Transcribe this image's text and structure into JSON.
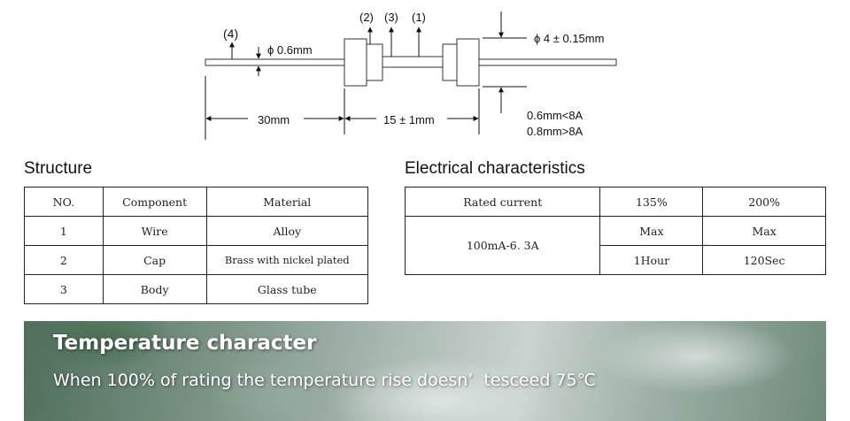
{
  "diagram": {
    "labels": {
      "lead": "(4)",
      "cap": "(2)",
      "body": "(3)",
      "wire": "(1)",
      "wire_diameter": "ϕ 0.6mm",
      "body_diameter": "ϕ 4 ± 0.15mm",
      "lead_length": "30mm",
      "body_length": "15 ± 1mm",
      "lead_dia_small": "0.6mm<8A",
      "lead_dia_large": "0.8mm>8A"
    }
  },
  "structure": {
    "title": "Structure",
    "headers": [
      "NO.",
      "Component",
      "Material"
    ],
    "rows": [
      [
        "1",
        "Wire",
        "Alloy"
      ],
      [
        "2",
        "Cap",
        "Brass with nickel plated"
      ],
      [
        "3",
        "Body",
        "Glass tube"
      ]
    ]
  },
  "electrical": {
    "title": "Electrical characteristics",
    "rated_label": "Rated current",
    "col1": "135%",
    "col2": "200%",
    "range": "100mA-6. 3A",
    "max1": "Max",
    "max2": "Max",
    "time1": "1Hour",
    "time2": "120Sec"
  },
  "banner": {
    "title": "Temperature character",
    "text": "When 100% of rating the temperature rise doesn’  tesceed 75℃"
  }
}
